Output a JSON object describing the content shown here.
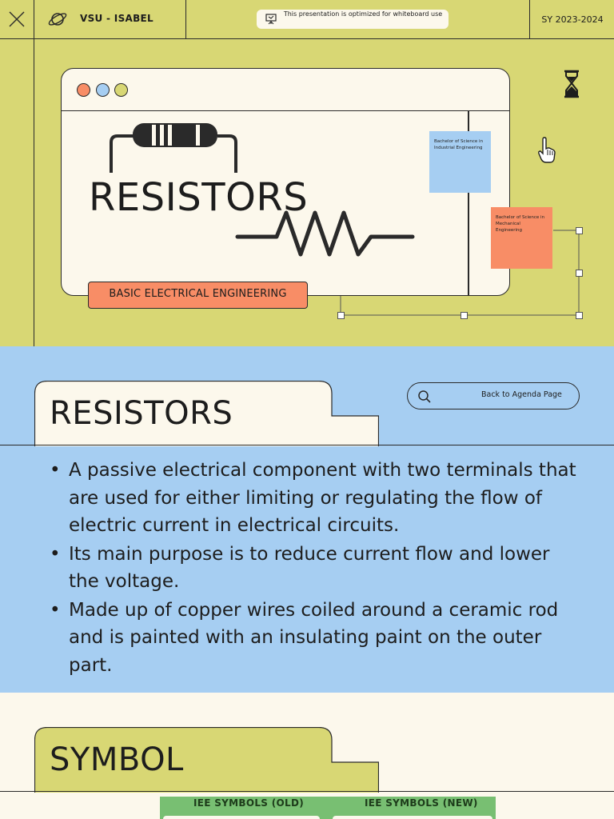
{
  "header": {
    "school": "VSU - ISABEL",
    "notice": "This presentation is optimized for whiteboard use",
    "school_year": "SY 2023-2024",
    "icons": [
      "close-icon",
      "planet-icon",
      "presentation-board-icon",
      "hourglass-icon",
      "hand-cursor-icon"
    ]
  },
  "title_slide": {
    "title": "RESISTORS",
    "course": "BASIC ELECTRICAL ENGINEERING",
    "sticky_notes": [
      "Bachelor of Science in Industrial Engineering",
      "Bachelor of Science in Mechanical Engineering"
    ],
    "window_dot_colors": [
      "#f88d66",
      "#a6cef2",
      "#d8d774"
    ]
  },
  "definition_slide": {
    "title": "RESISTORS",
    "search_label": "Back to Agenda Page",
    "bullets": [
      "A passive electrical component with two terminals that are used for either limiting or regulating the flow of electric current in electrical circuits.",
      "Its main purpose is to reduce current flow and lower the voltage.",
      "Made up of copper wires coiled around a ceramic rod and is painted with an insulating paint on the outer part."
    ]
  },
  "symbol_slide": {
    "title": "SYMBOL",
    "table_headers": [
      "IEE SYMBOLS (OLD)",
      "IEE SYMBOLS (NEW)"
    ]
  },
  "colors": {
    "olive": "#d8d774",
    "blue": "#a6cef2",
    "cream": "#fcf8ec",
    "orange": "#f88d66",
    "green": "#78bf72"
  }
}
